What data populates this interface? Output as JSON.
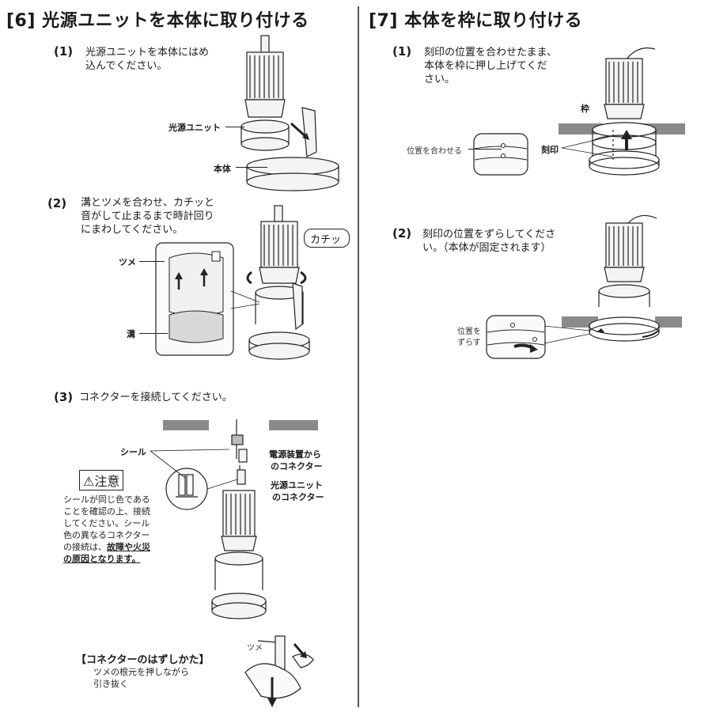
{
  "section6": {
    "title": "[6] 光源ユニットを本体に取り付ける",
    "step1": {
      "num": "(1)",
      "text_l1": "光源ユニットを本体にはめ",
      "text_l2": "込んでください。",
      "label_unit": "光源ユニット",
      "label_body": "本体"
    },
    "step2": {
      "num": "(2)",
      "text_l1": "溝とツメを合わせ、カチッと",
      "text_l2": "音がして止まるまで時計回り",
      "text_l3": "にまわしてください。",
      "label_tab": "ツメ",
      "label_groove": "溝",
      "callout": "カチッ"
    },
    "step3": {
      "num": "(3)",
      "text": "コネクターを接続してください。",
      "label_seal": "シール",
      "label_power_l1": "電源装置から",
      "label_power_l2": "のコネクター",
      "label_unit_l1": "光源ユニット",
      "label_unit_l2": "のコネクター",
      "caution_title": "⚠注意",
      "caution_l1": "シールが同じ色である",
      "caution_l2": "ことを確認の上、接続",
      "caution_l3": "してください。シール",
      "caution_l4": "色の異なるコネクター",
      "caution_l5a": "の接続は、",
      "caution_l5b": "故障や火災",
      "caution_l6": "の原因となります。"
    },
    "remove": {
      "title": "【コネクターのはずしかた】",
      "l1": "ツメの根元を押しながら",
      "l2": "引き抜く",
      "label_tab": "ツメ"
    }
  },
  "section7": {
    "title": "[7] 本体を枠に取り付ける",
    "step1": {
      "num": "(1)",
      "text_l1": "刻印の位置を合わせたまま、",
      "text_l2": "本体を枠に押し上げてくだ",
      "text_l3": "さい。",
      "label_frame": "枠",
      "label_mark": "刻印",
      "label_align": "位置を合わせる"
    },
    "step2": {
      "num": "(2)",
      "text_l1": "刻印の位置をずらしてくださ",
      "text_l2": "い。（本体が固定されます）",
      "label_shift_l1": "位置を",
      "label_shift_l2": "ずらす"
    }
  },
  "colors": {
    "ceiling": "#8a8a8a",
    "line": "#222222",
    "fill": "#f4f4f4"
  }
}
